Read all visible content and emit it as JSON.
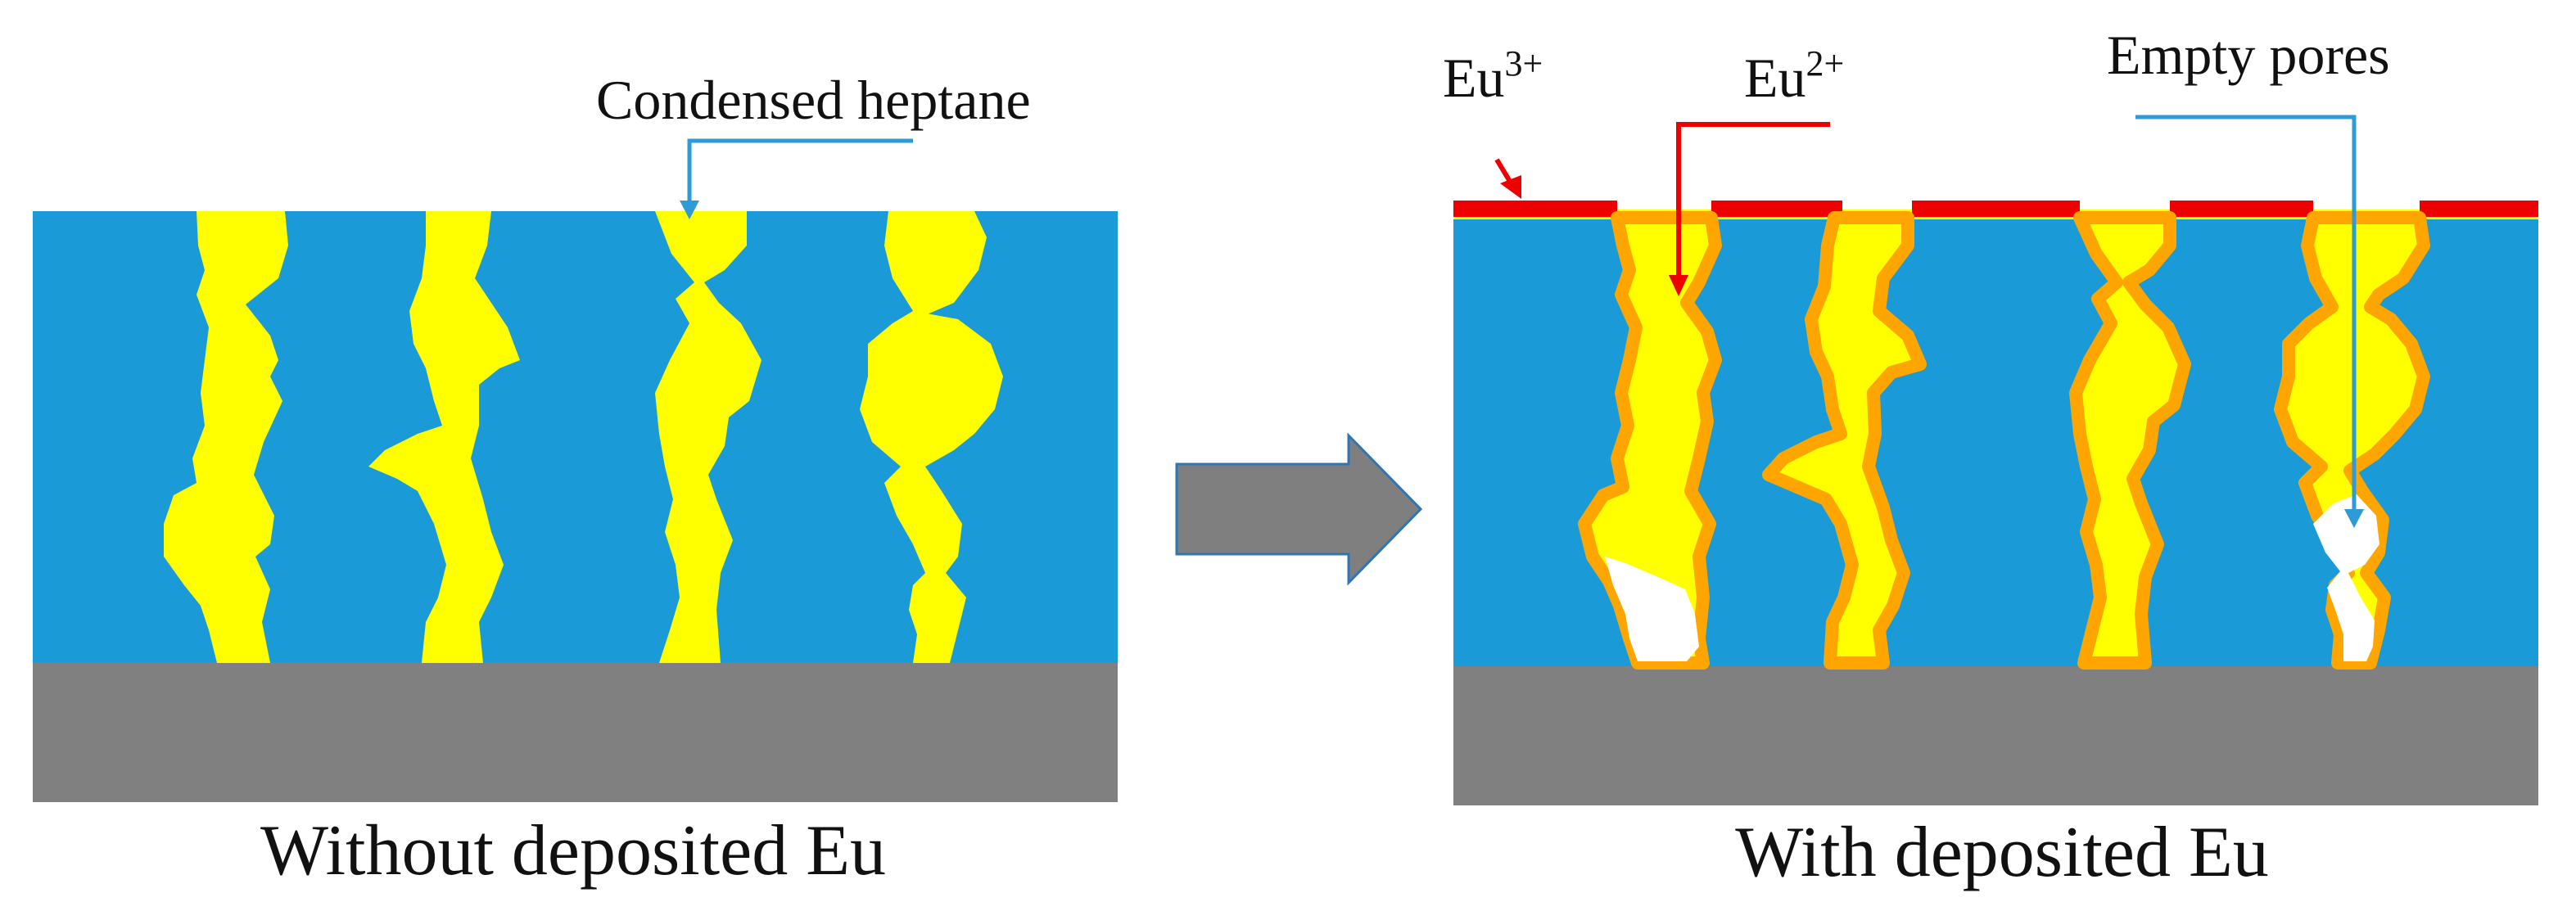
{
  "left_panel": {
    "caption": "Without deposited Eu",
    "callout_condensed": "Condensed heptane"
  },
  "right_panel": {
    "caption": "With deposited Eu",
    "callout_eu3_base": "Eu",
    "callout_eu3_sup": "3+",
    "callout_eu2_base": "Eu",
    "callout_eu2_sup": "2+",
    "callout_empty": "Empty pores"
  },
  "colors": {
    "matrix": "#1a9ad6",
    "substrate": "#808080",
    "heptane": "#ffff00",
    "pore_rim": "#ffa500",
    "eu_layer": "#ee0000",
    "empty_pore": "#ffffff",
    "arrow": "#7f7f7f",
    "arrow_outline": "#2e75b6",
    "leader_blue": "#2e9ad8",
    "leader_red": "#ee0000"
  }
}
